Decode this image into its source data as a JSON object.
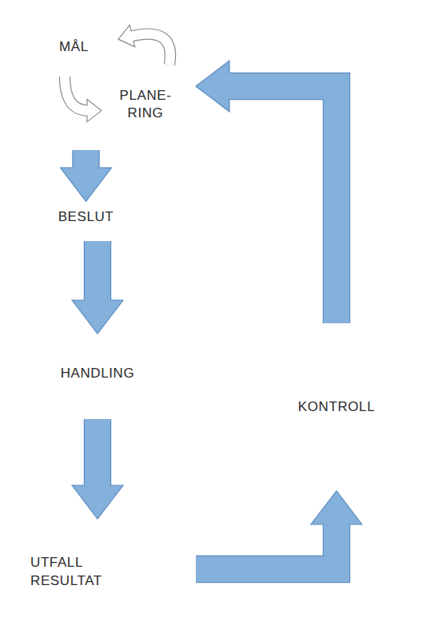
{
  "diagram": {
    "nodes": [
      {
        "text": []
      },
      {
        "text": [
          "MÅL"
        ],
        "in": 0
      },
      {
        "text": [
          "PLANE- RING"
        ],
        "in": 0
      },
      {
        "text": [
          "BESLUT"
        ]
      },
      {
        "text": [
          "HANDLING"
        ]
      },
      {
        "text": [
          "UTFALL RESULTAT"
        ]
      },
      {
        "text": [
          "KONTROLL"
        ]
      }
    ],
    "edges": [
      {
        "from": 1,
        "to": 2,
        "arrow": "to"
      },
      {
        "from": 2,
        "to": 1,
        "arrow": "to"
      },
      {
        "from": 0,
        "to": 3,
        "arrow": "to"
      },
      {
        "from": 3,
        "to": 4,
        "arrow": "to"
      },
      {
        "from": 4,
        "to": 5,
        "arrow": "to"
      },
      {
        "from": 5,
        "to": 6,
        "arrow": "to"
      },
      {
        "from": 6,
        "to": 0,
        "arrow": "to"
      }
    ]
  }
}
